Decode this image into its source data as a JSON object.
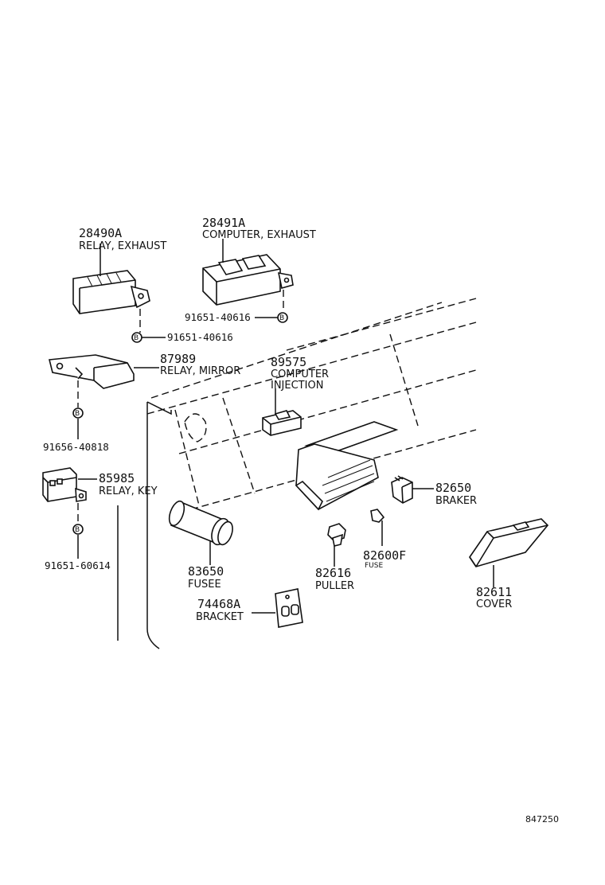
{
  "parts": {
    "relay_exhaust": {
      "number": "28490A",
      "name": "RELAY, EXHAUST"
    },
    "computer_exhaust": {
      "number": "28491A",
      "name": "COMPUTER, EXHAUST"
    },
    "relay_mirror": {
      "number": "87989",
      "name": "RELAY, MIRROR"
    },
    "computer_injection": {
      "number": "89575",
      "name_line1": "COMPUTER",
      "name_line2": "INJECTION"
    },
    "relay_key": {
      "number": "85985",
      "name": "RELAY, KEY"
    },
    "braker": {
      "number": "82650",
      "name": "BRAKER"
    },
    "fusee": {
      "number": "83650",
      "name": "FUSEE"
    },
    "puller": {
      "number": "82616",
      "name": "PULLER"
    },
    "fuse": {
      "number": "82600F",
      "name": "FUSE"
    },
    "cover": {
      "number": "82611",
      "name": "COVER"
    },
    "bracket": {
      "number": "74468A",
      "name": "BRACKET"
    }
  },
  "bolts": {
    "bolt_computer_exhaust": "91651-40616",
    "bolt_relay_exhaust": "91651-40616",
    "bolt_relay_mirror": "91656-40818",
    "bolt_relay_key": "91651-60614",
    "bolt_marker": "B"
  },
  "diagram_id": "847250"
}
